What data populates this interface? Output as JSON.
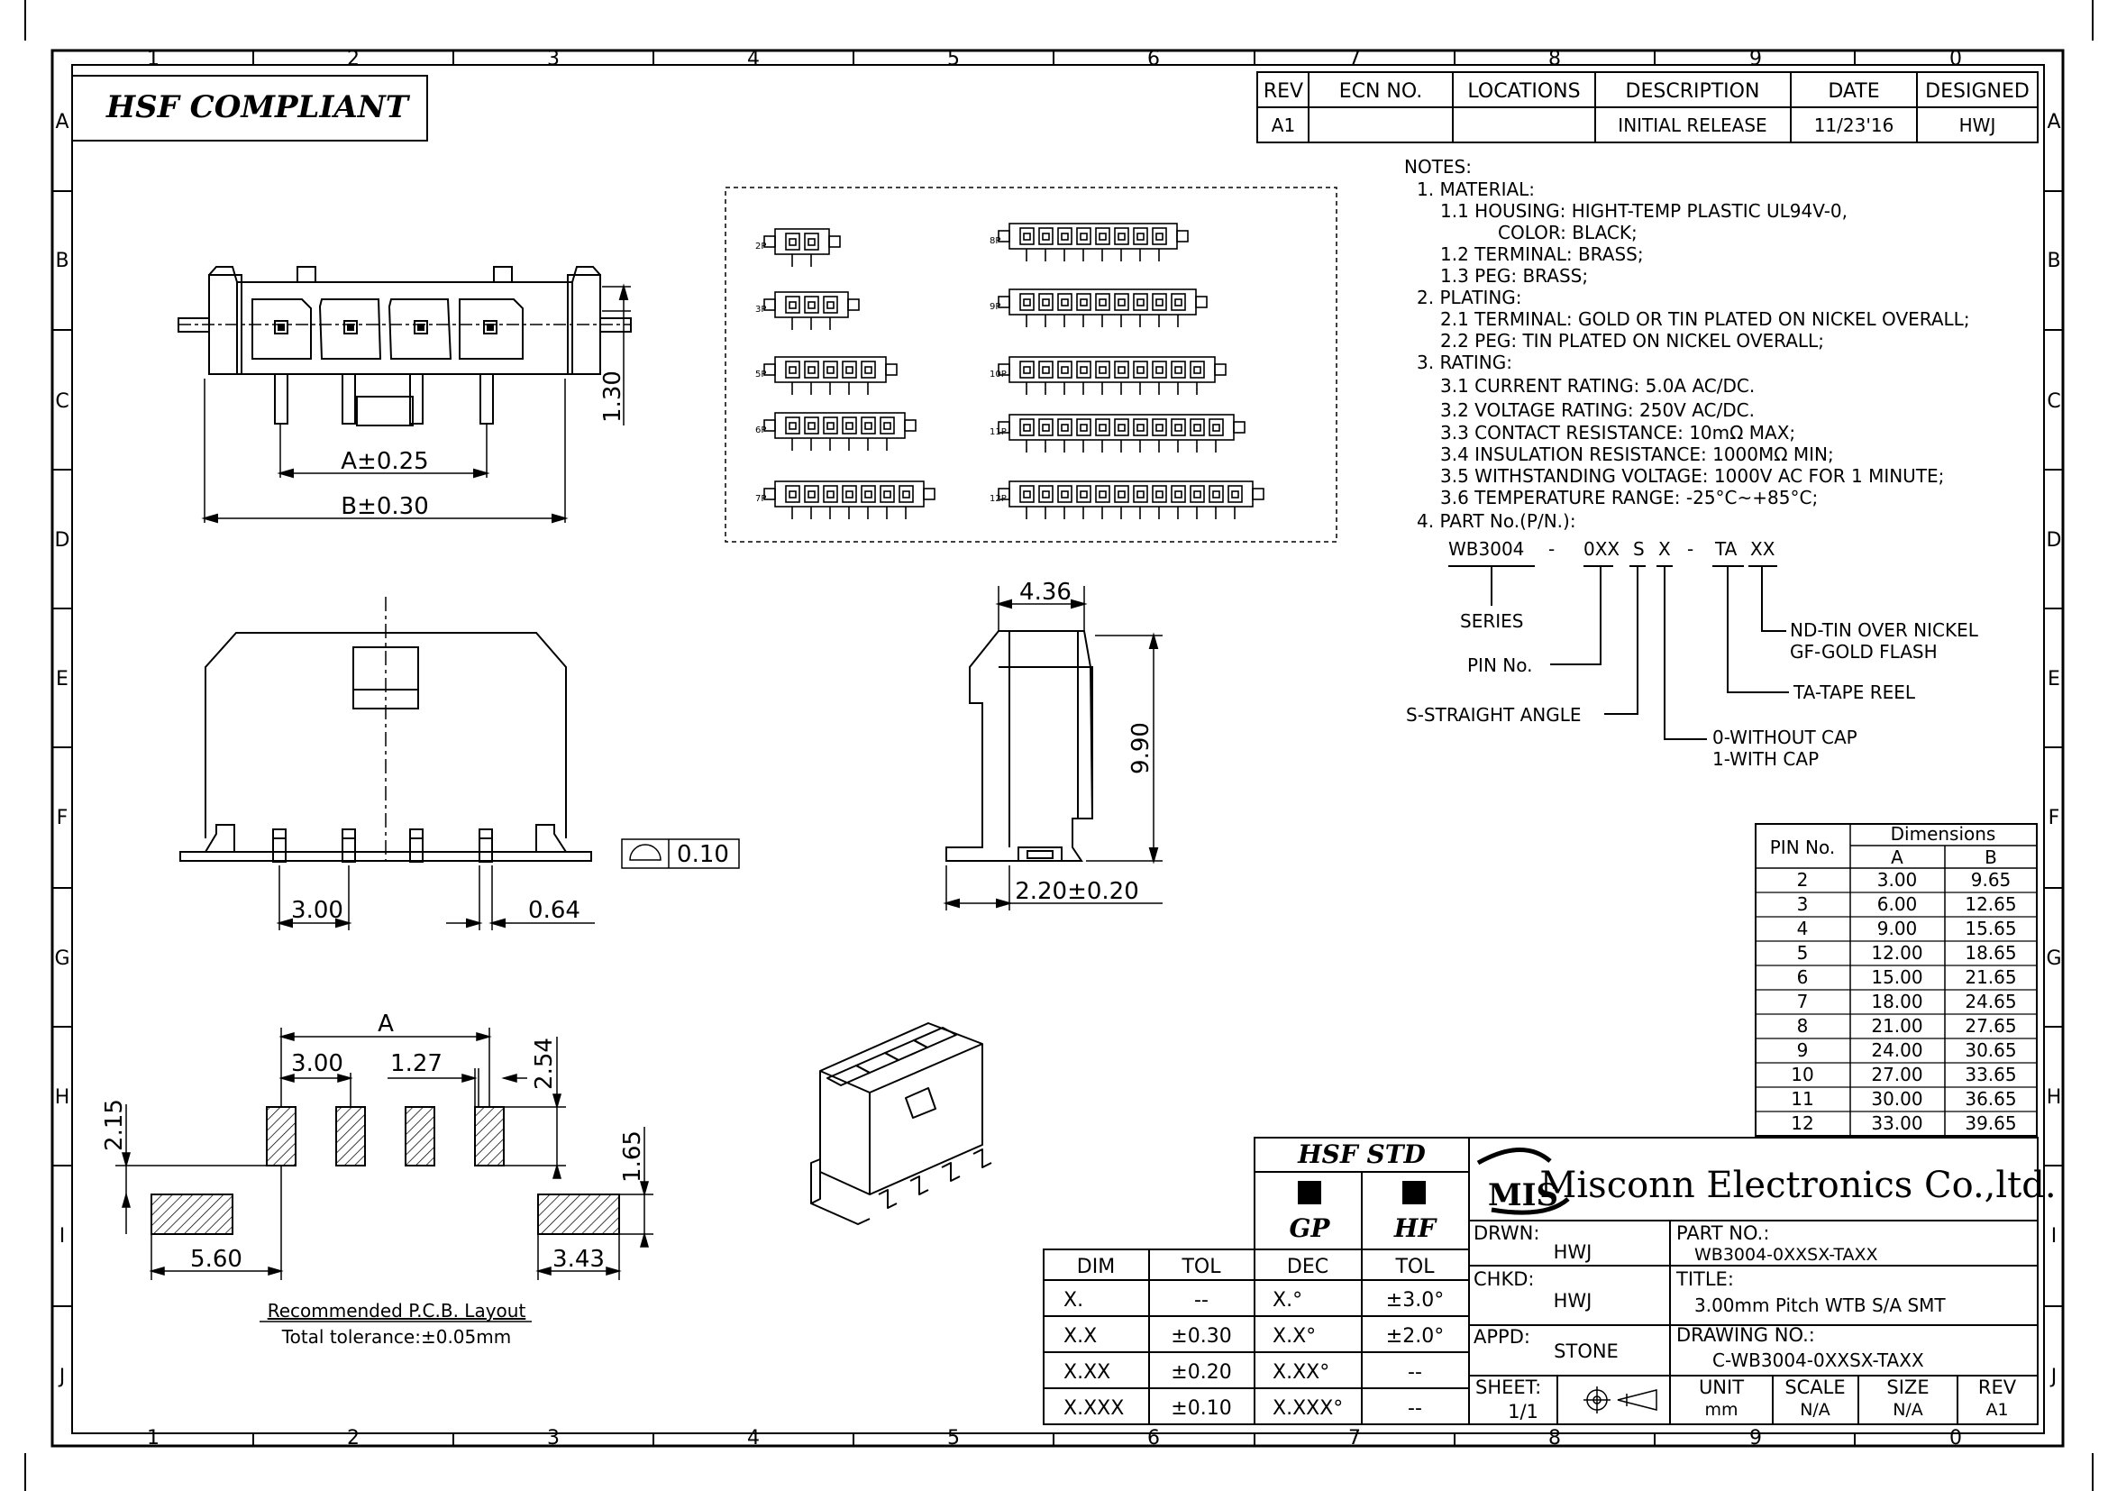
{
  "border": {
    "cols": [
      "1",
      "2",
      "3",
      "4",
      "5",
      "6",
      "7",
      "8",
      "9",
      "0"
    ],
    "rows": [
      "A",
      "B",
      "C",
      "D",
      "E",
      "F",
      "G",
      "H",
      "I",
      "J"
    ]
  },
  "compliance_label": "HSF  COMPLIANT",
  "revision_table": {
    "headers": [
      "REV",
      "ECN NO.",
      "LOCATIONS",
      "DESCRIPTION",
      "DATE",
      "DESIGNED"
    ],
    "row": [
      "A1",
      "",
      "",
      "INITIAL RELEASE",
      "11/23'16",
      "HWJ"
    ]
  },
  "notes": {
    "heading": "NOTES:",
    "lines": [
      "1. MATERIAL:",
      "1.1 HOUSING: HIGHT-TEMP PLASTIC UL94V-0,",
      "COLOR: BLACK;",
      "1.2 TERMINAL: BRASS;",
      "1.3 PEG: BRASS;",
      "2. PLATING:",
      "2.1 TERMINAL: GOLD OR TIN PLATED ON NICKEL OVERALL;",
      "2.2 PEG: TIN PLATED ON NICKEL OVERALL;",
      "3. RATING:",
      "3.1 CURRENT RATING: 5.0A AC/DC.",
      "3.2 VOLTAGE RATING: 250V AC/DC.",
      "3.3 CONTACT RESISTANCE: 10mΩ MAX;",
      "3.4 INSULATION RESISTANCE: 1000MΩ MIN;",
      "3.5 WITHSTANDING VOLTAGE: 1000V AC FOR 1 MINUTE;",
      "3.6 TEMPERATURE RANGE: -25°C~+85°C;",
      "4. PART No.(P/N.):"
    ]
  },
  "part_number_breakdown": {
    "code": [
      "WB3004",
      "-",
      "0XX",
      "S",
      "X",
      "-",
      "TA",
      "XX"
    ],
    "series": "SERIES",
    "pin_no": "PIN No.",
    "straight": "S-STRAIGHT ANGLE",
    "cap_0": "0-WITHOUT CAP",
    "cap_1": "1-WITH CAP",
    "tape": "TA-TAPE REEL",
    "plating_nd": "ND-TIN OVER NICKEL",
    "plating_gf": "GF-GOLD FLASH"
  },
  "variants": [
    "2P",
    "3P",
    "5P",
    "6P",
    "7P",
    "8P",
    "9P",
    "10P",
    "11P",
    "12P"
  ],
  "dimensions_top": {
    "a": "A±0.25",
    "b": "B±0.30",
    "h": "1.30"
  },
  "dimensions_front": {
    "pitch": "3.00",
    "pin": "0.64",
    "flatness": "0.10"
  },
  "dimensions_side": {
    "depth": "4.36",
    "height": "9.90",
    "foot": "2.20±0.20"
  },
  "pcb_layout": {
    "a": "A",
    "pitch": "3.00",
    "pad_gap": "1.27",
    "pad_len": "2.54",
    "peg_offset": "2.15",
    "peg_h": "1.65",
    "peg_dist": "5.60",
    "peg_w": "3.43",
    "caption": "Recommended P.C.B. Layout",
    "tolerance": "Total tolerance:±0.05mm"
  },
  "dim_table": {
    "header_pin": "PIN No.",
    "header_dim": "Dimensions",
    "col_a": "A",
    "col_b": "B",
    "rows": [
      [
        "2",
        "3.00",
        "9.65"
      ],
      [
        "3",
        "6.00",
        "12.65"
      ],
      [
        "4",
        "9.00",
        "15.65"
      ],
      [
        "5",
        "12.00",
        "18.65"
      ],
      [
        "6",
        "15.00",
        "21.65"
      ],
      [
        "7",
        "18.00",
        "24.65"
      ],
      [
        "8",
        "21.00",
        "27.65"
      ],
      [
        "9",
        "24.00",
        "30.65"
      ],
      [
        "10",
        "27.00",
        "33.65"
      ],
      [
        "11",
        "30.00",
        "36.65"
      ],
      [
        "12",
        "33.00",
        "39.65"
      ]
    ]
  },
  "tolerance_table": {
    "headers": [
      "DIM",
      "TOL"
    ],
    "rows": [
      [
        "X.",
        "--"
      ],
      [
        "X.X",
        "±0.30"
      ],
      [
        "X.XX",
        "±0.20"
      ],
      [
        "X.XXX",
        "±0.10"
      ]
    ]
  },
  "hsf_std": {
    "title": "HSF  STD",
    "gp": "GP",
    "hf": "HF",
    "headers": [
      "DEC",
      "TOL"
    ],
    "rows": [
      [
        "X.°",
        "±3.0°"
      ],
      [
        "X.X°",
        "±2.0°"
      ],
      [
        "X.XX°",
        "--"
      ],
      [
        "X.XXX°",
        "--"
      ]
    ]
  },
  "title_block": {
    "logo": "MIS",
    "company": "Misconn Electronics Co.,ltd.",
    "drwn_label": "DRWN:",
    "drwn": "HWJ",
    "chkd_label": "CHKD:",
    "chkd": "HWJ",
    "appd_label": "APPD:",
    "appd": "STONE",
    "part_label": "PART NO.:",
    "part": "WB3004-0XXSX-TAXX",
    "title_label": "TITLE:",
    "title": "3.00mm Pitch WTB S/A SMT",
    "drawing_label": "DRAWING NO.:",
    "drawing": "C-WB3004-0XXSX-TAXX",
    "sheet_label": "SHEET:",
    "sheet": "1/1",
    "unit_label": "UNIT",
    "unit": "mm",
    "scale_label": "SCALE",
    "scale": "N/A",
    "size_label": "SIZE",
    "size": "N/A",
    "rev_label": "REV",
    "rev": "A1"
  }
}
